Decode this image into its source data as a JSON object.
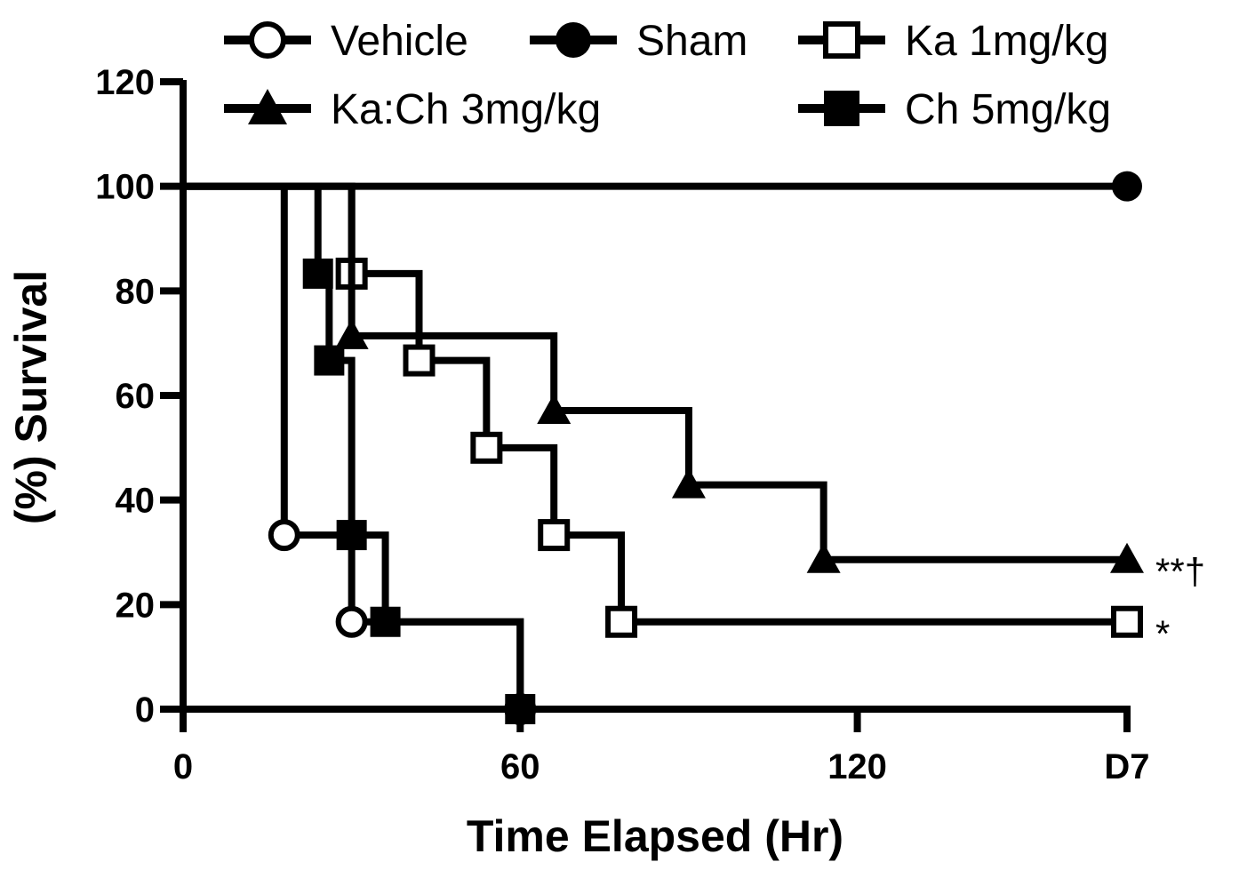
{
  "chart_data": {
    "type": "line",
    "subtype": "kaplan-meier-step",
    "title": "",
    "xlabel": "Time Elapsed (Hr)",
    "ylabel": "(%) Survival",
    "xlim": [
      0,
      168
    ],
    "ylim": [
      0,
      120
    ],
    "x_ticks": [
      {
        "value": 0,
        "label": "0"
      },
      {
        "value": 60,
        "label": "60"
      },
      {
        "value": 120,
        "label": "120"
      },
      {
        "value": 168,
        "label": "D7"
      }
    ],
    "y_ticks": [
      {
        "value": 0,
        "label": "0"
      },
      {
        "value": 20,
        "label": "20"
      },
      {
        "value": 40,
        "label": "40"
      },
      {
        "value": 60,
        "label": "60"
      },
      {
        "value": 80,
        "label": "80"
      },
      {
        "value": 100,
        "label": "100"
      },
      {
        "value": 120,
        "label": "120"
      }
    ],
    "grid": false,
    "legend_position": "top",
    "series": [
      {
        "name": "Vehicle",
        "marker": "open-circle",
        "steps": [
          [
            0,
            100
          ],
          [
            18,
            33.3
          ],
          [
            30,
            16.7
          ],
          [
            60,
            0
          ]
        ],
        "markers": [
          [
            18,
            33.3
          ],
          [
            30,
            16.7
          ],
          [
            60,
            0
          ]
        ]
      },
      {
        "name": "Sham",
        "marker": "filled-circle",
        "steps": [
          [
            0,
            100
          ],
          [
            168,
            100
          ]
        ],
        "markers": [
          [
            168,
            100
          ]
        ]
      },
      {
        "name": "Ka 1mg/kg",
        "marker": "open-square",
        "steps": [
          [
            0,
            100
          ],
          [
            30,
            83.3
          ],
          [
            42,
            66.7
          ],
          [
            54,
            50
          ],
          [
            66,
            33.3
          ],
          [
            78,
            16.7
          ],
          [
            168,
            16.7
          ]
        ],
        "markers": [
          [
            30,
            83.3
          ],
          [
            42,
            66.7
          ],
          [
            54,
            50
          ],
          [
            66,
            33.3
          ],
          [
            78,
            16.7
          ],
          [
            168,
            16.7
          ]
        ],
        "annotation": "*"
      },
      {
        "name": "Ka:Ch 3mg/kg",
        "marker": "filled-triangle",
        "steps": [
          [
            0,
            100
          ],
          [
            30,
            71.4
          ],
          [
            66,
            57.1
          ],
          [
            90,
            42.9
          ],
          [
            114,
            28.6
          ],
          [
            168,
            28.6
          ]
        ],
        "markers": [
          [
            30,
            71.4
          ],
          [
            66,
            57.1
          ],
          [
            90,
            42.9
          ],
          [
            114,
            28.6
          ],
          [
            168,
            28.6
          ]
        ],
        "annotation": "**†"
      },
      {
        "name": "Ch 5mg/kg",
        "marker": "filled-square",
        "steps": [
          [
            0,
            100
          ],
          [
            24,
            83.3
          ],
          [
            26,
            66.7
          ],
          [
            30,
            33.3
          ],
          [
            36,
            16.7
          ],
          [
            60,
            0
          ],
          [
            168,
            0
          ]
        ],
        "markers": [
          [
            24,
            83.3
          ],
          [
            26,
            66.7
          ],
          [
            30,
            33.3
          ],
          [
            36,
            16.7
          ],
          [
            60,
            0
          ]
        ]
      }
    ]
  }
}
